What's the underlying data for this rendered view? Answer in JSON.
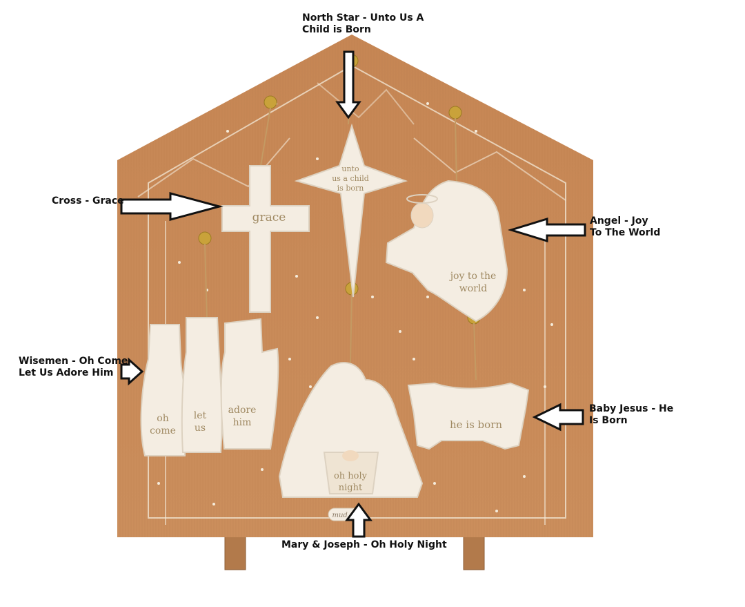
{
  "labels": {
    "north_star": {
      "line1": "North Star - Unto Us A",
      "line2": "Child is Born"
    },
    "cross": {
      "line1": "Cross - Grace"
    },
    "angel": {
      "line1": "Angel - Joy",
      "line2": "To The World"
    },
    "wisemen": {
      "line1": "Wisemen - Oh Come",
      "line2": "Let Us  Adore Him"
    },
    "baby_jesus": {
      "line1": "Baby Jesus - He",
      "line2": "Is Born"
    },
    "mary_joseph": {
      "line1": "Mary & Joseph - Oh Holy Night"
    }
  },
  "ornaments": {
    "cross": {
      "text": "grace"
    },
    "star": {
      "line1": "unto",
      "line2": "us a child",
      "line3": "is born"
    },
    "angel": {
      "line1": "joy to the",
      "line2": "world"
    },
    "wiseman1": {
      "line1": "oh",
      "line2": "come"
    },
    "wiseman2": {
      "line1": "let",
      "line2": "us"
    },
    "wiseman3": {
      "line1": "adore",
      "line2": "him"
    },
    "holy_family": {
      "line1": "oh holy",
      "line2": "night"
    },
    "manger": {
      "text": "he is born"
    }
  },
  "brand": {
    "logo": "mud pie"
  },
  "colors": {
    "cardboard": "#c98a57",
    "ornament": "#f4ede2",
    "gold": "#c9a23a",
    "arrow": "#111111"
  }
}
